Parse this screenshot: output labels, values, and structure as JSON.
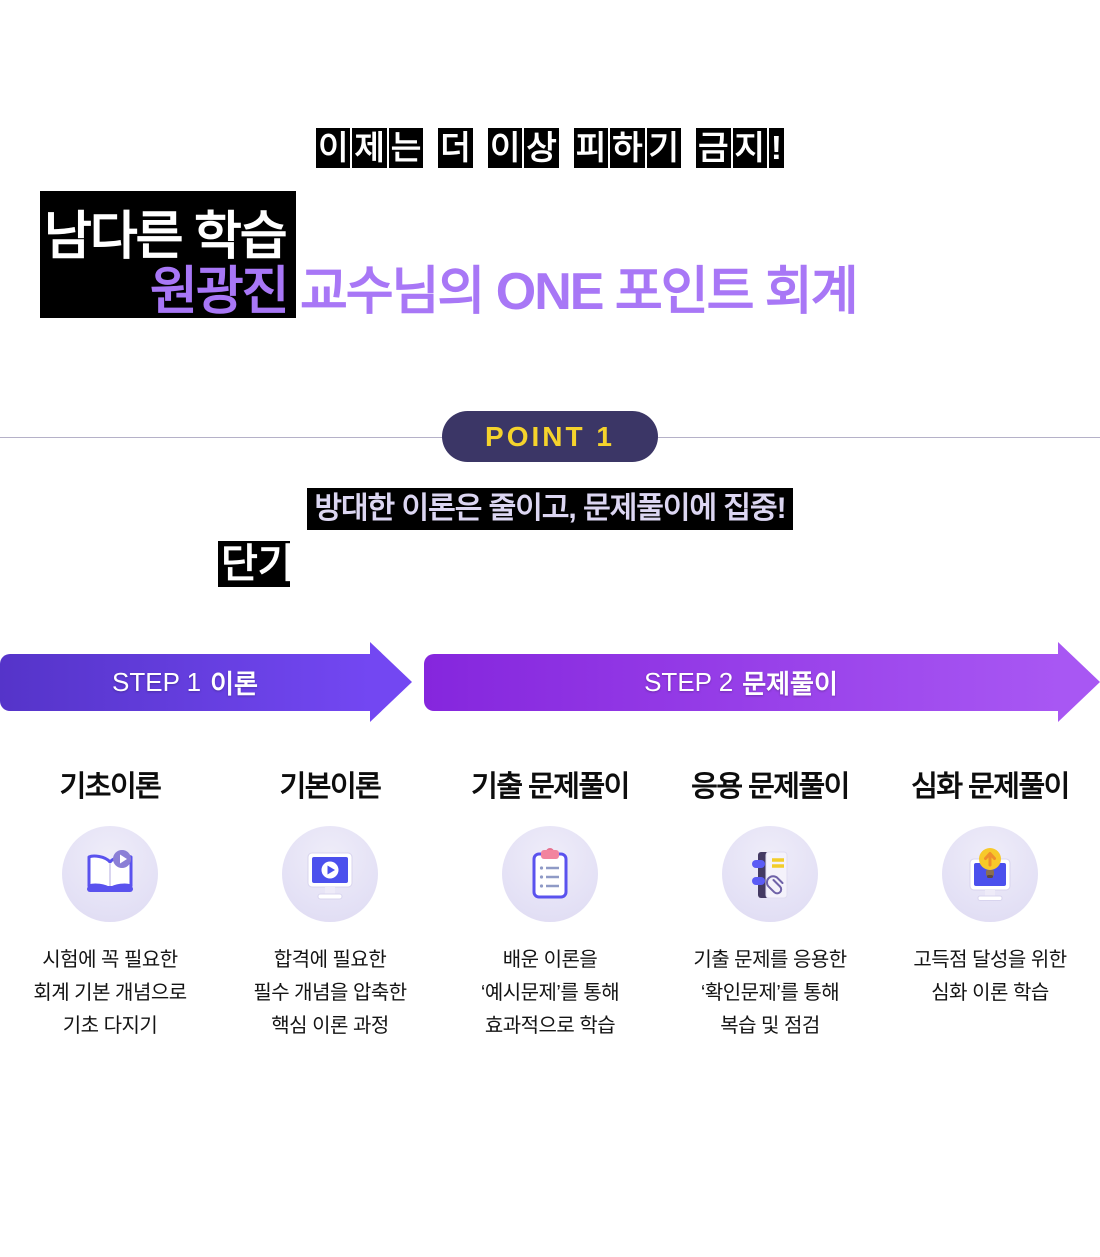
{
  "hero": {
    "tagline": "이제는 더 이상 피하기 금지!",
    "line1": "남다른 학습",
    "line2": "원광진 교수님의 ONE 포인트 회계"
  },
  "point": {
    "label": "POINT 1",
    "tagline": "방대한 이론은 줄이고, 문제풀이에 집중!",
    "keyword": "단기"
  },
  "steps": {
    "step1": {
      "prefix": "STEP 1",
      "label": "이론"
    },
    "step2": {
      "prefix": "STEP 2",
      "label": "문제풀이"
    },
    "items": [
      {
        "title": "기초이론",
        "icon": "book-play-icon",
        "desc": "시험에 꼭 필요한\n회계 기본 개념으로\n기초 다지기"
      },
      {
        "title": "기본이론",
        "icon": "monitor-play-icon",
        "desc": "합격에 필요한\n필수 개념을 압축한\n핵심 이론 과정"
      },
      {
        "title": "기출 문제풀이",
        "icon": "clipboard-list-icon",
        "desc": "배운 이론을\n‘예시문제’를 통해\n효과적으로 학습"
      },
      {
        "title": "응용 문제풀이",
        "icon": "notebook-paperclip-icon",
        "desc": "기출 문제를 응용한\n‘확인문제’를 통해\n복습 및 점검"
      },
      {
        "title": "심화 문제풀이",
        "icon": "lightbulb-monitor-icon",
        "desc": "고득점 달성을 위한\n심화 이론 학습"
      }
    ]
  },
  "colors": {
    "highlight_bg": "#000000",
    "hero_accent": "#a877f6",
    "badge_bg": "#3b3666",
    "badge_text": "#f5d32c",
    "arrow1_gradient_start": "#5534c9",
    "arrow1_gradient_end": "#7347f2",
    "arrow2_gradient_start": "#8526dd",
    "arrow2_gradient_end": "#a857f3",
    "icon_circle_bg": "#e3e0f5",
    "screen_blue": "#4b50ed"
  }
}
